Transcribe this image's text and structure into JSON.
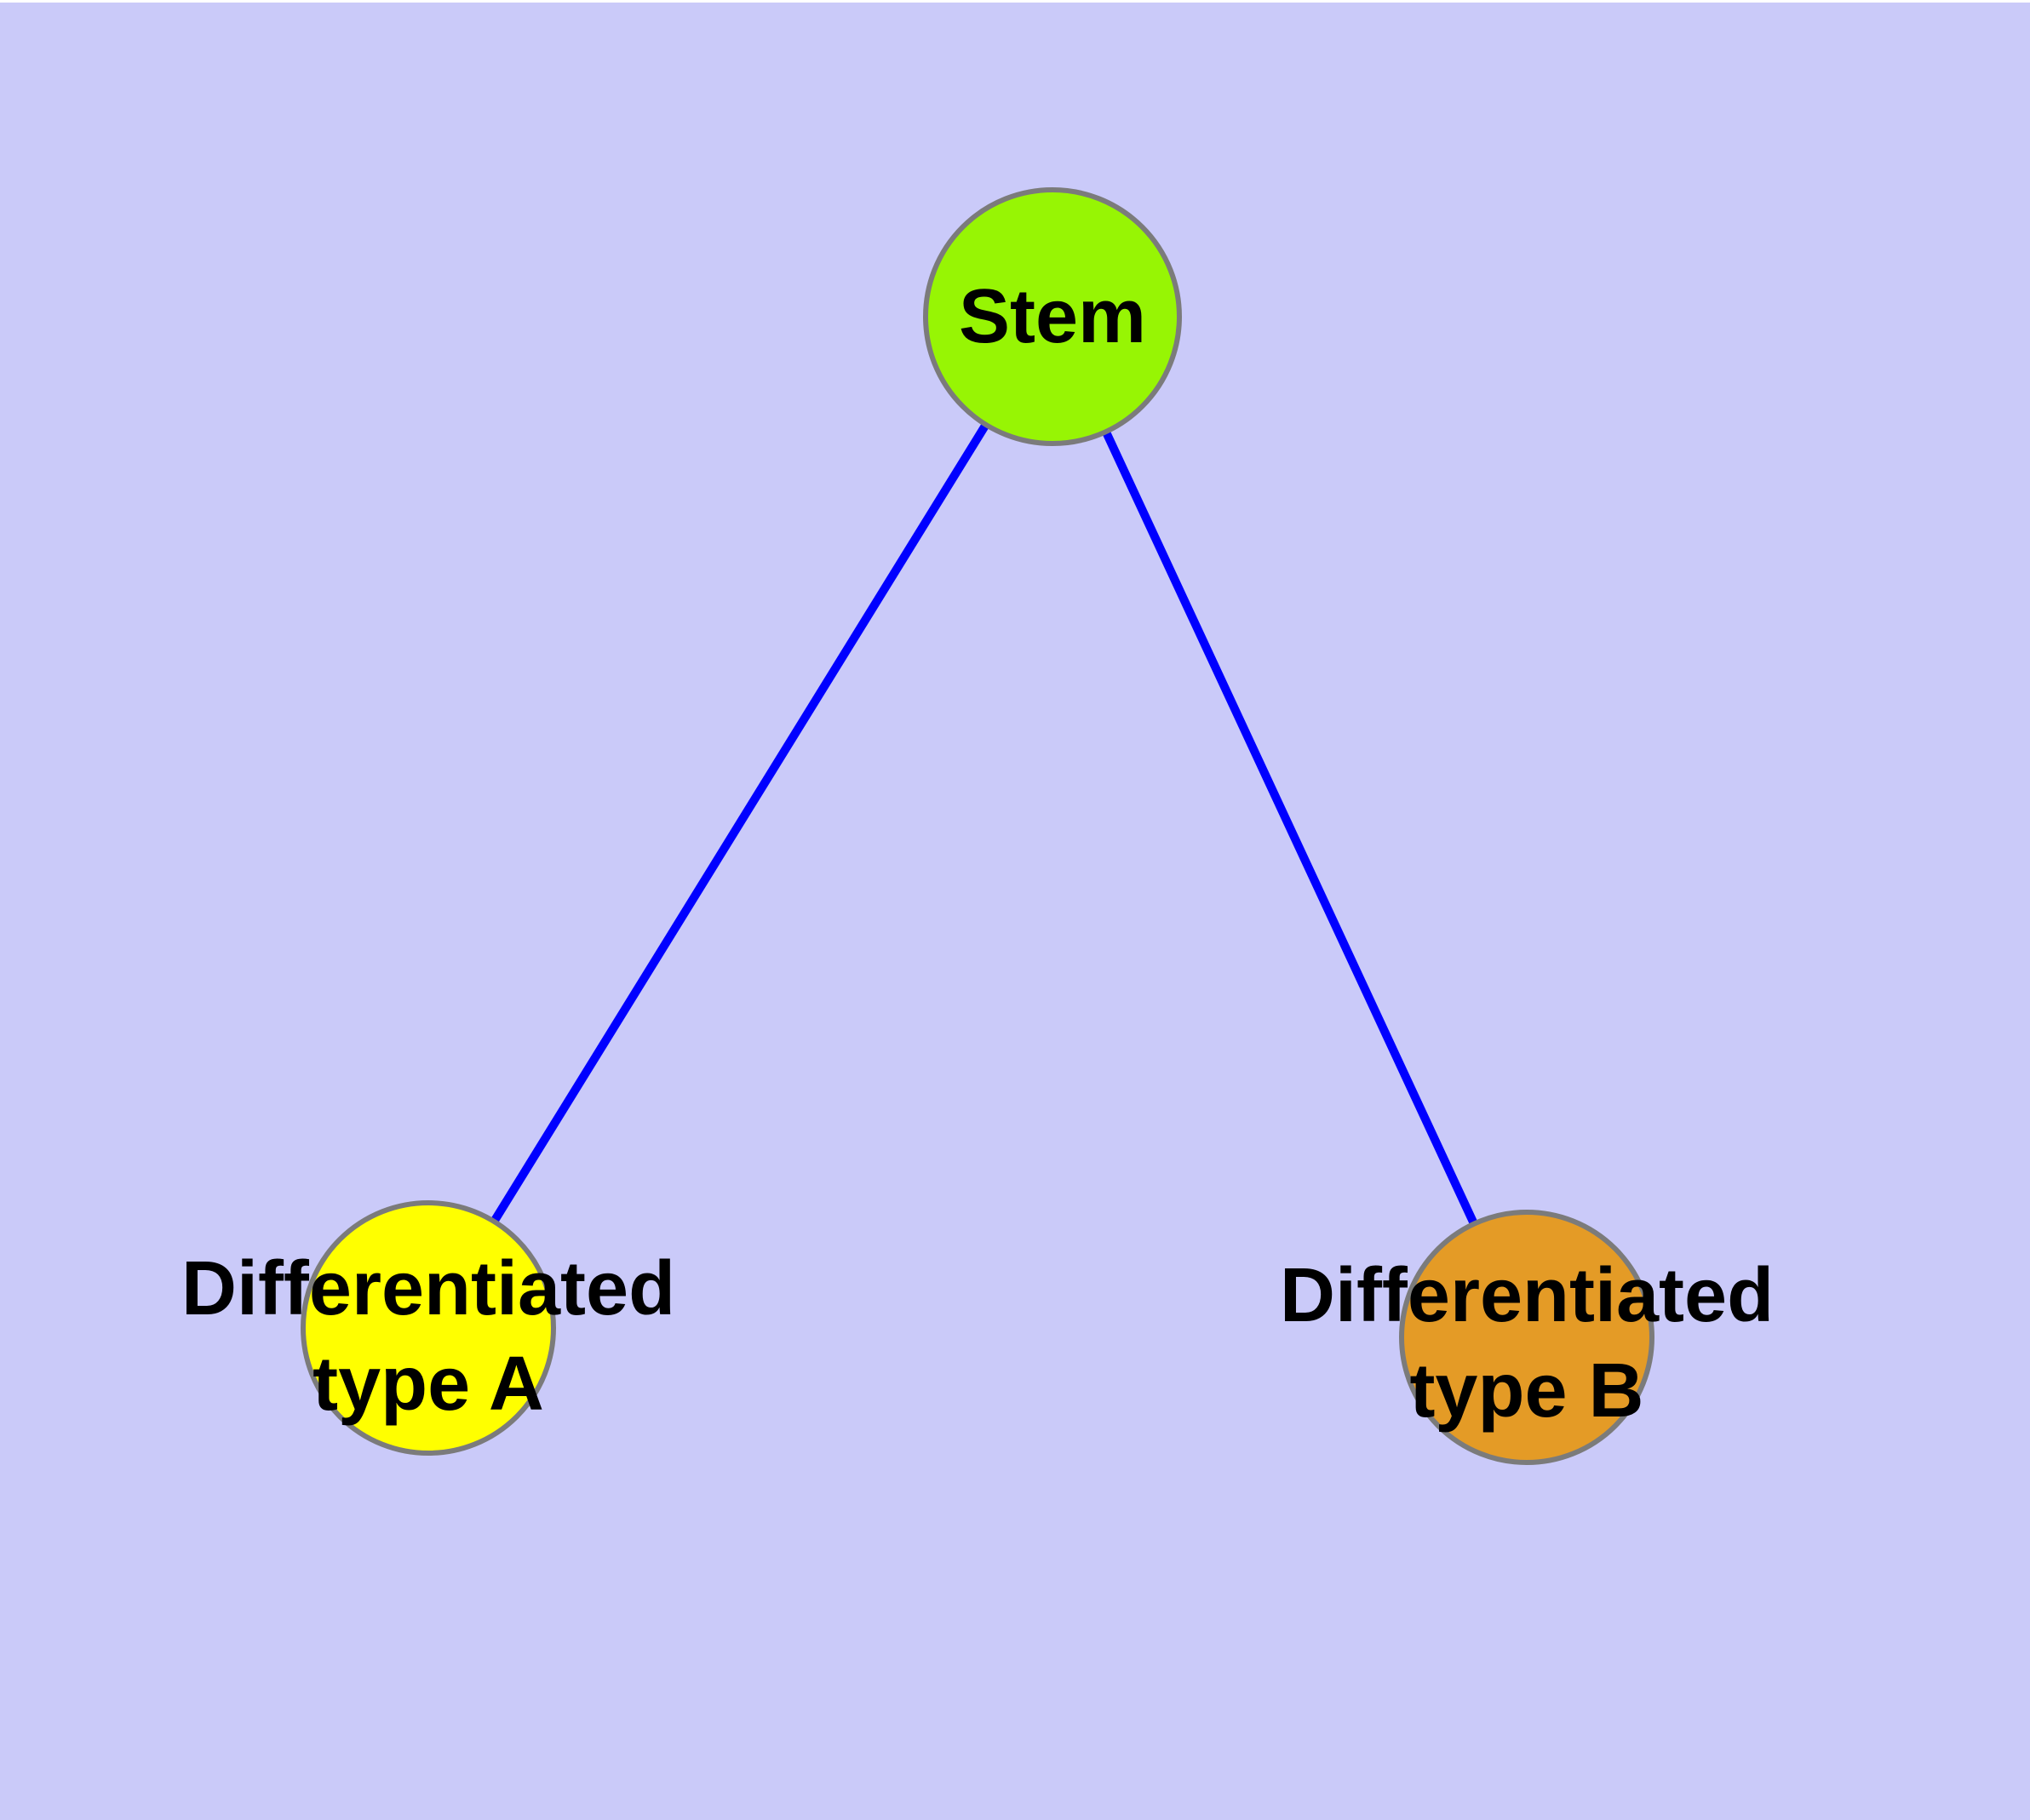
{
  "diagram": {
    "type": "node-link-graph",
    "background_color": "#CACAF9",
    "top_strip_color": "#FFFFFF",
    "edge_color": "#0000FF",
    "node_border_color": "#7B7B7B",
    "text_color": "#000000",
    "nodes": [
      {
        "id": "stem",
        "label": "Stem",
        "color": "#97F504"
      },
      {
        "id": "type-a",
        "label": "Differentiated type A",
        "label_line1": "Differentiated",
        "label_line2": "type A",
        "color": "#FFFF00"
      },
      {
        "id": "type-b",
        "label": "Differentiated type B",
        "label_line1": "Differentiated",
        "label_line2": "type B",
        "color": "#E49B26"
      }
    ],
    "edges": [
      {
        "from": "Stem",
        "to": "Differentiated type A"
      },
      {
        "from": "Stem",
        "to": "Differentiated type B"
      }
    ]
  }
}
